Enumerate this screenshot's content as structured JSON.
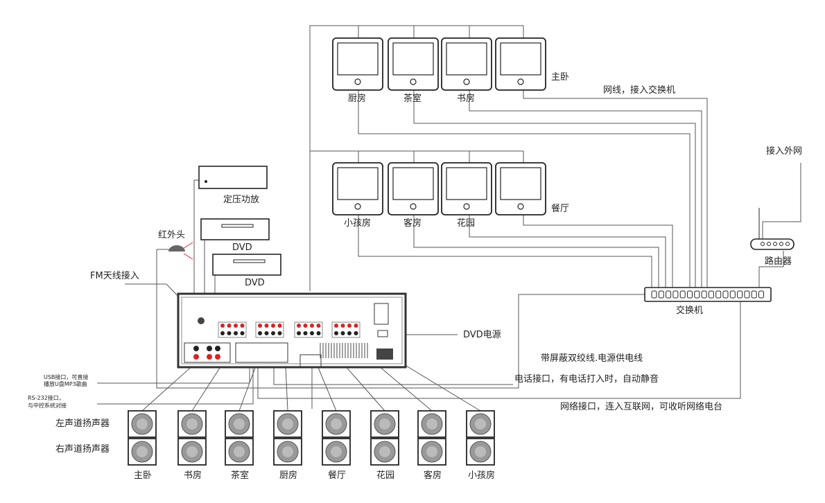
{
  "panels_top": [
    {
      "label": "厨房"
    },
    {
      "label": "茶室"
    },
    {
      "label": "书房"
    },
    {
      "label": "主卧"
    }
  ],
  "panels_bottom": [
    {
      "label": "小孩房"
    },
    {
      "label": "客房"
    },
    {
      "label": "花园"
    },
    {
      "label": "餐厅"
    }
  ],
  "labels": {
    "network_cable": "网线，接入交换机",
    "external_net": "接入外网",
    "router": "路由器",
    "switch": "交换机",
    "amplifier": "定压功放",
    "dvd1": "DVD",
    "dvd2": "DVD",
    "ir": "红外头",
    "fm": "FM天线接入",
    "dvd_power": "DVD电源",
    "shielded": "带屏蔽双绞线.电源供电线",
    "phone": "电话接口，有电话打入时，自动静音",
    "netport": "网络接口，连入互联网，可收听网络电台",
    "usb1": "USB接口，可直接",
    "usb2": "播放U盘MP3歌曲",
    "rs1": "RS-232接口，",
    "rs2": "与中控系统对接",
    "left_speaker": "左声道扬声器",
    "right_speaker": "右声道扬声器"
  },
  "speakers": [
    {
      "label": "主卧"
    },
    {
      "label": "书房"
    },
    {
      "label": "茶室"
    },
    {
      "label": "厨房"
    },
    {
      "label": "餐厅"
    },
    {
      "label": "花园"
    },
    {
      "label": "客房"
    },
    {
      "label": "小孩房"
    }
  ],
  "colors": {
    "terminal_red": "#e02020",
    "line": "#555555"
  }
}
